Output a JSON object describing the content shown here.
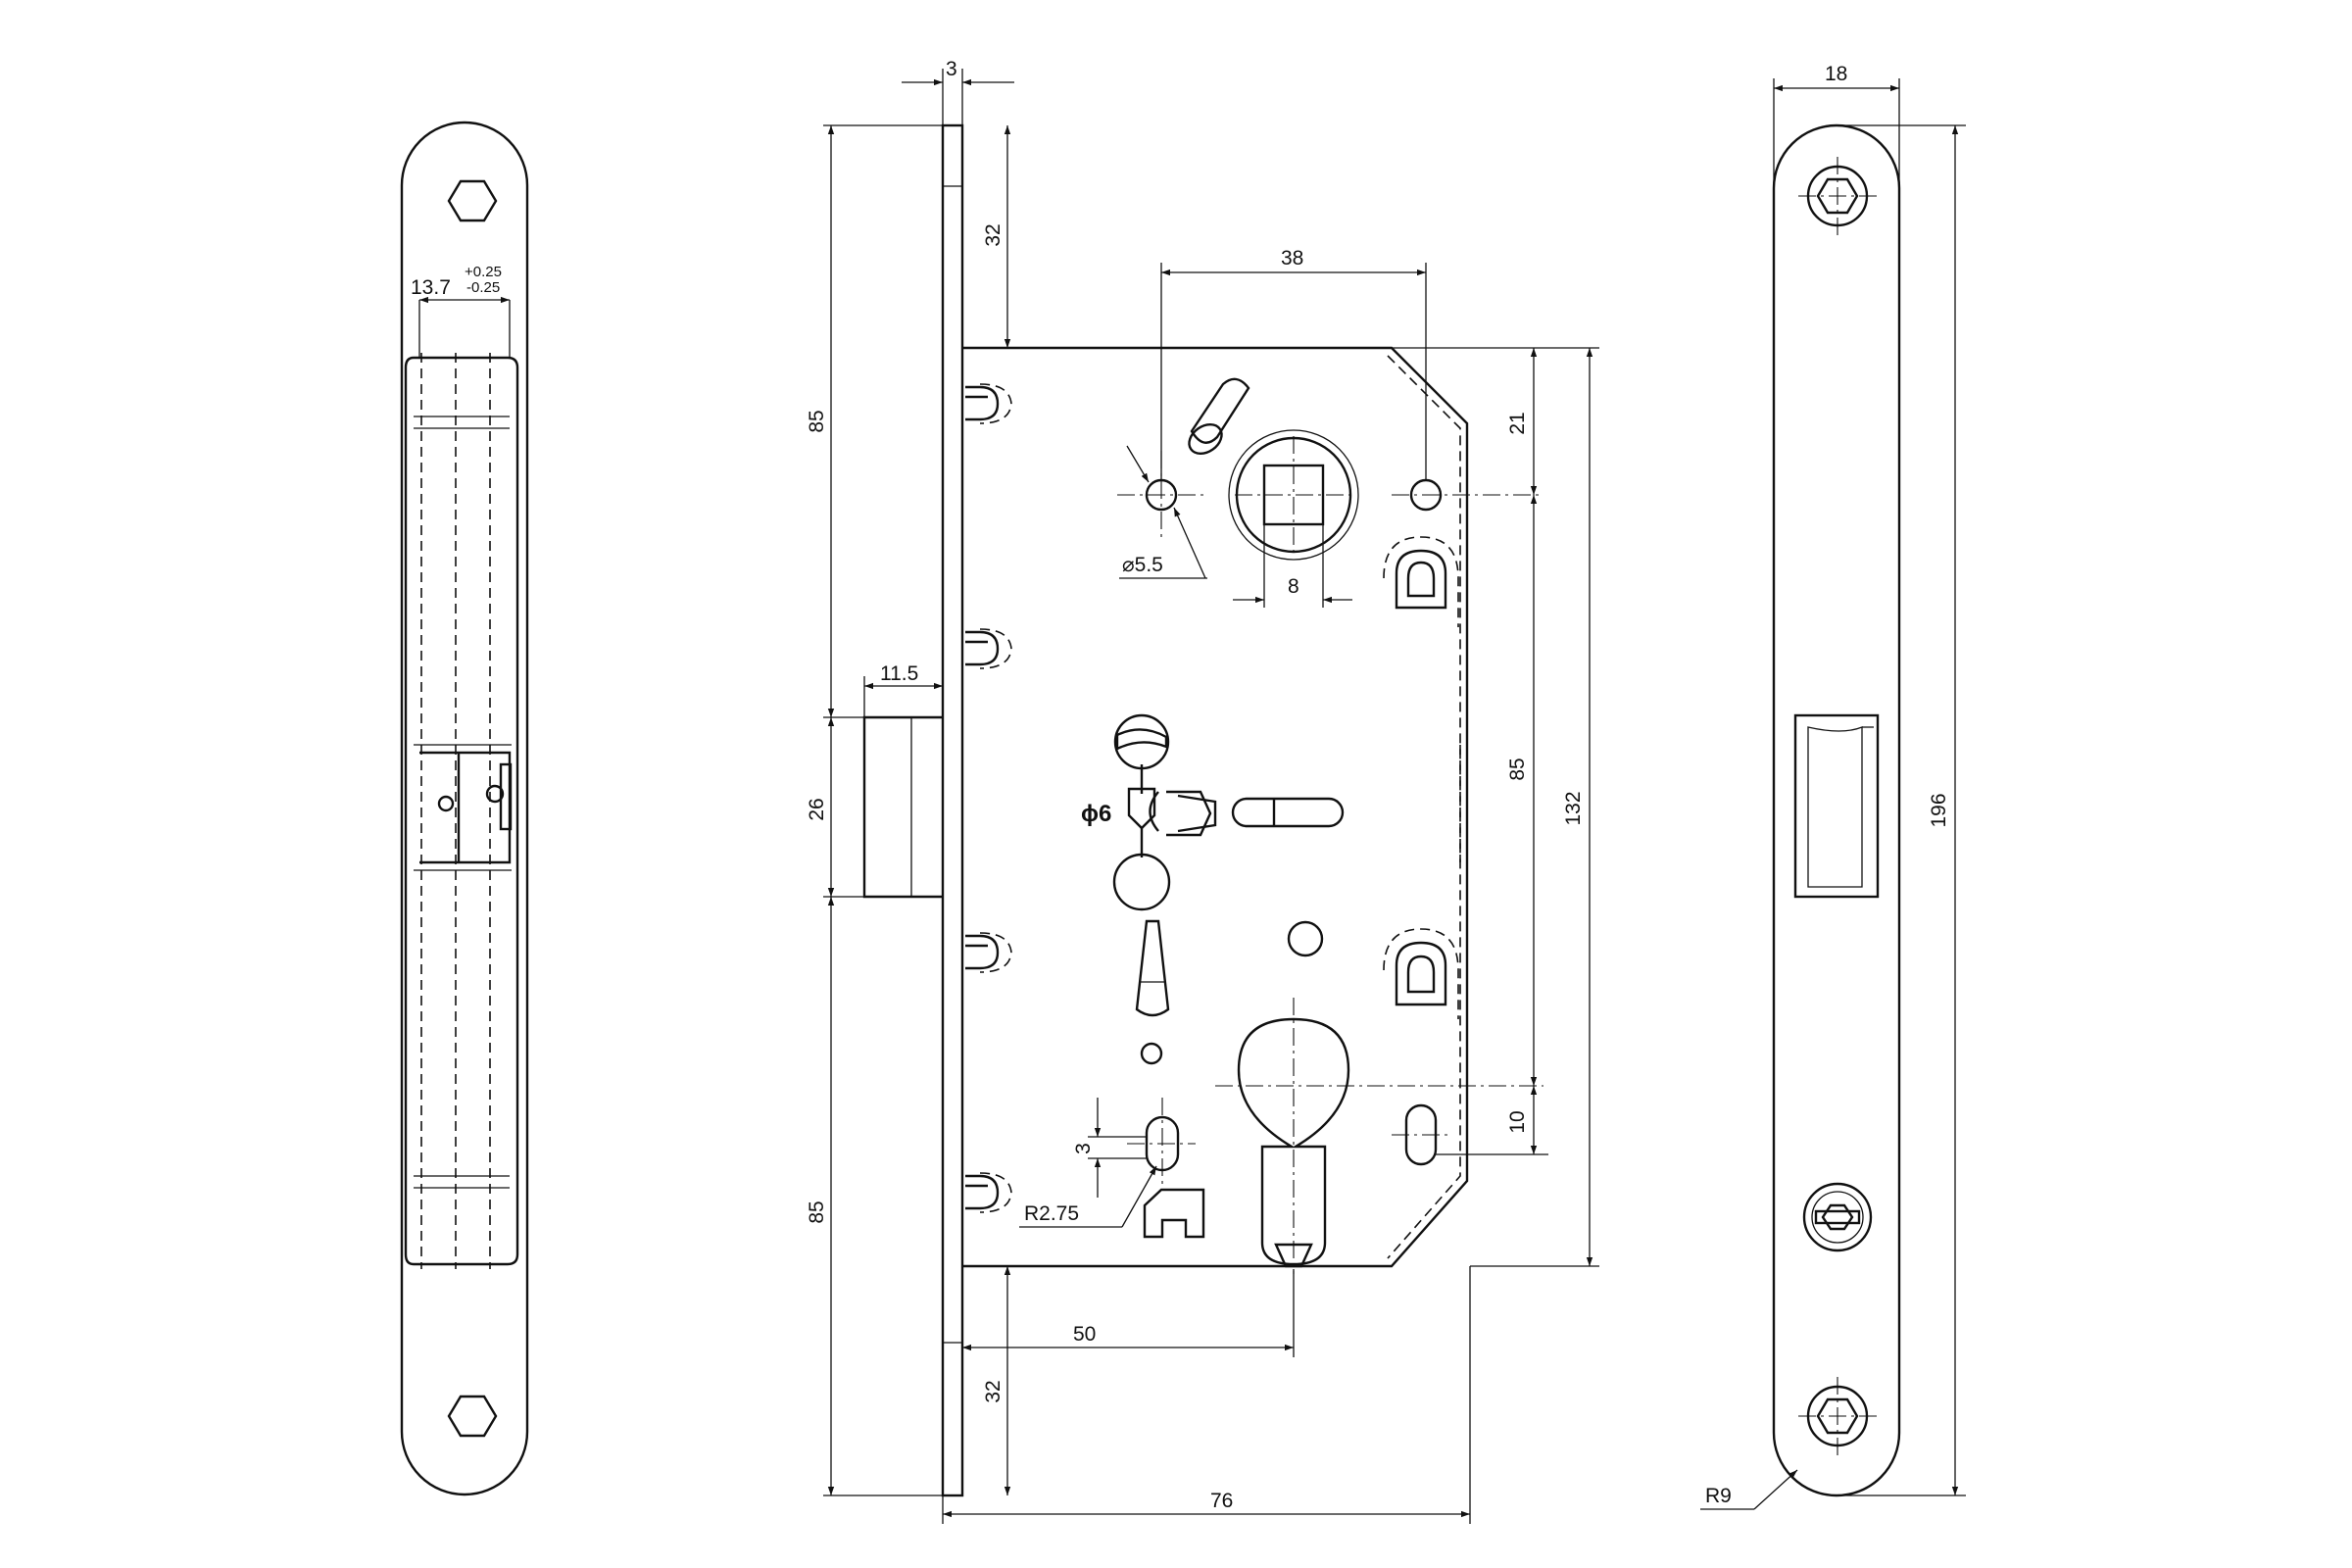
{
  "colors": {
    "line": "#111111",
    "background": "#ffffff"
  },
  "views": {
    "side": {
      "tolerance_upper": "+0.25",
      "tolerance_lower": "-0.25"
    },
    "front": {},
    "faceplate": {}
  },
  "dimensions": {
    "dim_3": "3",
    "dim_32_top": "32",
    "dim_85_top": "85",
    "dim_38": "38",
    "dim_21": "21",
    "dim_132": "132",
    "dim_5_5": "⌀5.5",
    "dim_8": "8",
    "dim_11_5": "11.5",
    "dim_26": "26",
    "dim_85_mid": "85",
    "dim_10": "10",
    "dim_3_small": "3",
    "dim_r2_75": "R2.75",
    "dim_85_bottom": "85",
    "dim_50": "50",
    "dim_32_bottom": "32",
    "dim_76": "76",
    "dim_13_7": "13.7",
    "dim_18": "18",
    "dim_196": "196",
    "dim_r9": "R9",
    "dim_phi6": "ϕ6"
  }
}
